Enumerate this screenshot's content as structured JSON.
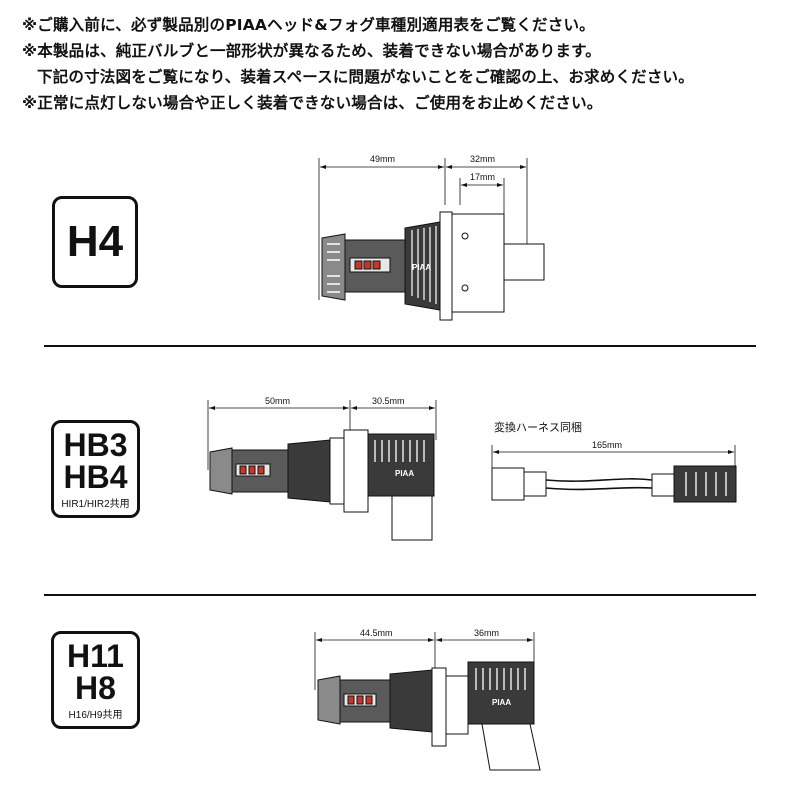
{
  "notes": [
    "※ご購入前に、必ず製品別のPIAAヘッド&フォグ車種別適用表をご覧ください。",
    "※本製品は、純正バルブと一部形状が異なるため、装着できない場合があります。",
    "下記の寸法図をご覧になり、装着スペースに問題がないことをご確認の上、お求めください。",
    "※正常に点灯しない場合や正しく装着できない場合は、ご使用をお止めください。"
  ],
  "brand": "PIAA",
  "sections": [
    {
      "badge": {
        "lines": [
          "H4"
        ],
        "sub": ""
      },
      "dims": {
        "a": "49mm",
        "b": "32mm",
        "c": "17mm"
      }
    },
    {
      "badge": {
        "lines": [
          "HB3",
          "HB4"
        ],
        "sub": "HIR1/HIR2共用"
      },
      "dims": {
        "a": "50mm",
        "b": "30.5mm"
      },
      "harness": {
        "caption": "変換ハーネス同梱",
        "length": "165mm"
      }
    },
    {
      "badge": {
        "lines": [
          "H11",
          "H8"
        ],
        "sub": "H16/H9共用"
      },
      "dims": {
        "a": "44.5mm",
        "b": "36mm"
      }
    }
  ]
}
